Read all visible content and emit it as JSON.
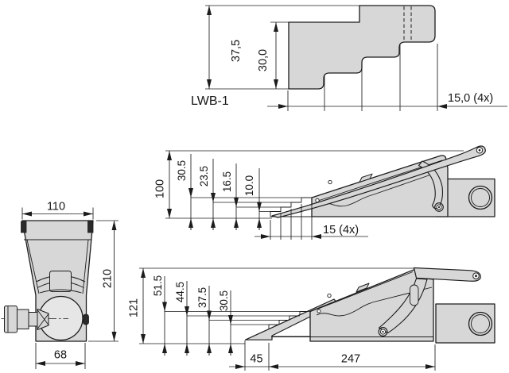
{
  "drawing": {
    "product_label": "LWB-1",
    "colors": {
      "part_fill": "#d7d7d7",
      "outline": "#1c1c1c",
      "background": "#ffffff"
    },
    "profile_view": {
      "total_height": "37,5",
      "inner_height": "30,0",
      "step_width": "15,0 (4x)"
    },
    "side_view_lowered": {
      "total_height": "100",
      "step_heights": [
        "30.5",
        "23.5",
        "16.5",
        "10.0"
      ],
      "step_pitch": "15 (4x)"
    },
    "side_view_raised": {
      "total_height": "121",
      "step_heights": [
        "51.5",
        "44.5",
        "37.5",
        "30.5"
      ],
      "nose_length": "45",
      "base_length": "247"
    },
    "front_view": {
      "top_width": "110",
      "height": "210",
      "bottom_width": "68"
    }
  }
}
